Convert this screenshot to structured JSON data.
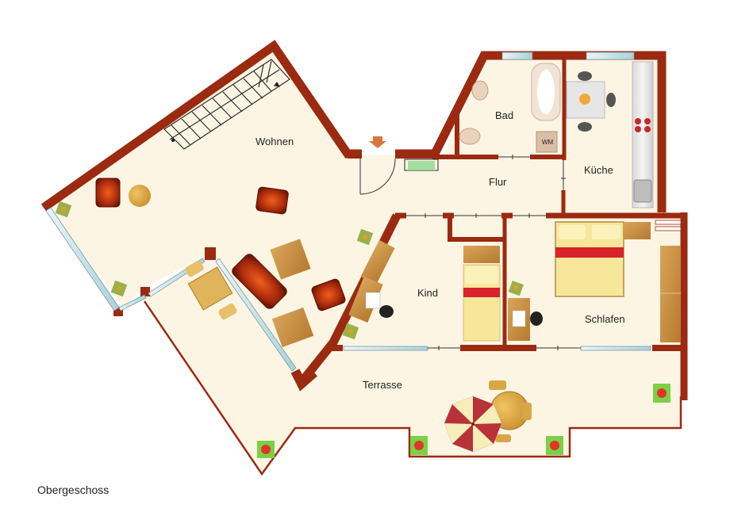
{
  "plan": {
    "caption": "Obergeschoss",
    "colors": {
      "wall": "#9b2a10",
      "floor": "#fdf5e4",
      "window": "#bfe0e6",
      "wood": "#c8923f",
      "sofa": "#8c1e0a",
      "bed_sheet": "#f6e79a",
      "bed_band": "#d9232a"
    },
    "rooms": [
      {
        "id": "wohnen",
        "label": "Wohnen"
      },
      {
        "id": "bad",
        "label": "Bad"
      },
      {
        "id": "kueche",
        "label": "Küche"
      },
      {
        "id": "flur",
        "label": "Flur"
      },
      {
        "id": "kind",
        "label": "Kind"
      },
      {
        "id": "schlafen",
        "label": "Schlafen"
      },
      {
        "id": "terrasse",
        "label": "Terrasse"
      }
    ],
    "fixtures": {
      "washing_machine": "WM"
    },
    "icons": [
      "entrance-arrow-icon",
      "staircase-icon",
      "bathtub-icon",
      "toilet-icon",
      "sink-icon",
      "stove-icon",
      "kitchen-sink-icon",
      "dining-table-icon",
      "bed-icon",
      "desk-icon",
      "chair-icon",
      "sofa-icon",
      "armchair-icon",
      "plant-icon",
      "umbrella-icon",
      "wardrobe-icon"
    ]
  }
}
